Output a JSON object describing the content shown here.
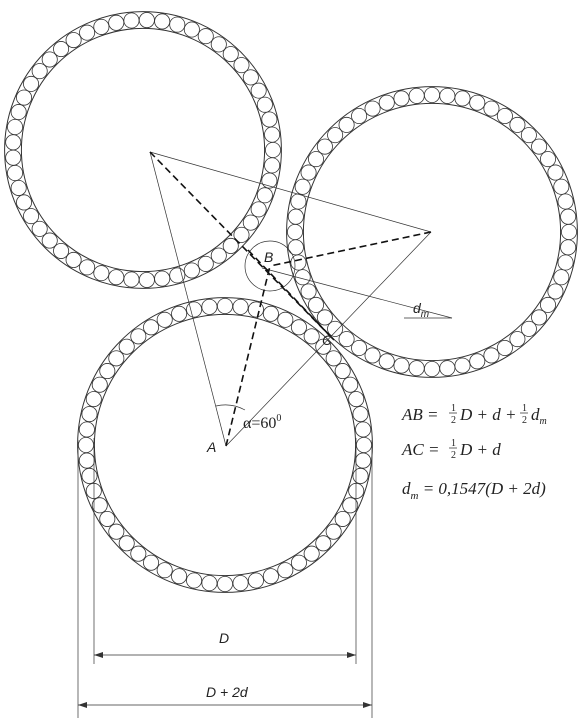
{
  "labels": {
    "A": "A",
    "B": "B",
    "C": "C",
    "dm": "d",
    "dm_sub": "m",
    "alpha": "α=60",
    "alpha_deg": "0",
    "dim_D": "D",
    "dim_D2d": "D + 2d"
  },
  "formulas": {
    "ab_lhs": "AB",
    "ab_eq": " = ",
    "ab_rhs_1": "D",
    "ab_plus1": " + ",
    "ab_rhs_2": "d",
    "ab_plus2": " + ",
    "ab_rhs_3": "d",
    "ab_sub": "m",
    "ac_lhs": "AC",
    "ac_eq": " = ",
    "ac_rhs_1": "D",
    "ac_plus": " + ",
    "ac_rhs_2": "d",
    "dm_lhs": "d",
    "dm_sub": "m",
    "dm_eq": " = 0,1547",
    "dm_paren_open": "(",
    "dm_D": "D",
    "dm_plus": " + 2",
    "dm_d": "d",
    "dm_paren_close": ")",
    "half_num": "1",
    "half_den": "2"
  }
}
